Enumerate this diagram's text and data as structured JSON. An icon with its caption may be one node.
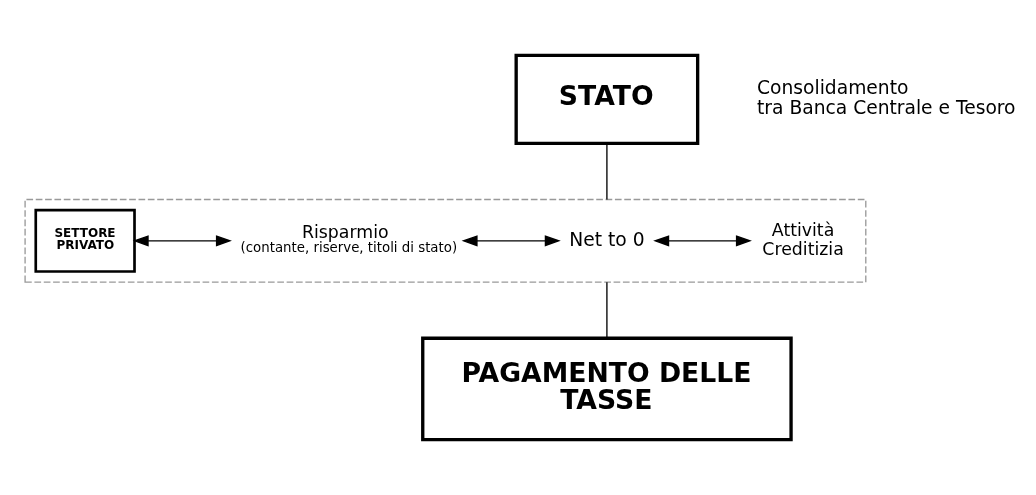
{
  "diagram": {
    "nodes": [
      {
        "text": [
          "STATO"
        ],
        "beside": [
          "Consolidamento tra Banca Centrale e Tesoro"
        ]
      },
      {
        "text": [],
        "shape": "box"
      },
      {
        "text": [
          "SETTORE PRIVATO"
        ],
        "in": 1
      },
      {
        "text": [
          "Risparmio",
          "(contante, riserve, titoli di stato)"
        ],
        "in": 1
      },
      {
        "text": [
          "Net to 0"
        ],
        "in": 1
      },
      {
        "text": [
          "Attività Creditizia"
        ],
        "in": 1
      },
      {
        "text": [
          "PAGAMENTO DELLE TASSE"
        ]
      }
    ],
    "edges": [
      {
        "from": 0,
        "to": 1,
        "arrow": "none"
      },
      {
        "from": 2,
        "to": 3,
        "arrow": "both"
      },
      {
        "from": 3,
        "to": 4,
        "arrow": "both"
      },
      {
        "from": 4,
        "to": 5,
        "arrow": "both"
      },
      {
        "from": 1,
        "to": 6,
        "arrow": "none"
      }
    ]
  }
}
